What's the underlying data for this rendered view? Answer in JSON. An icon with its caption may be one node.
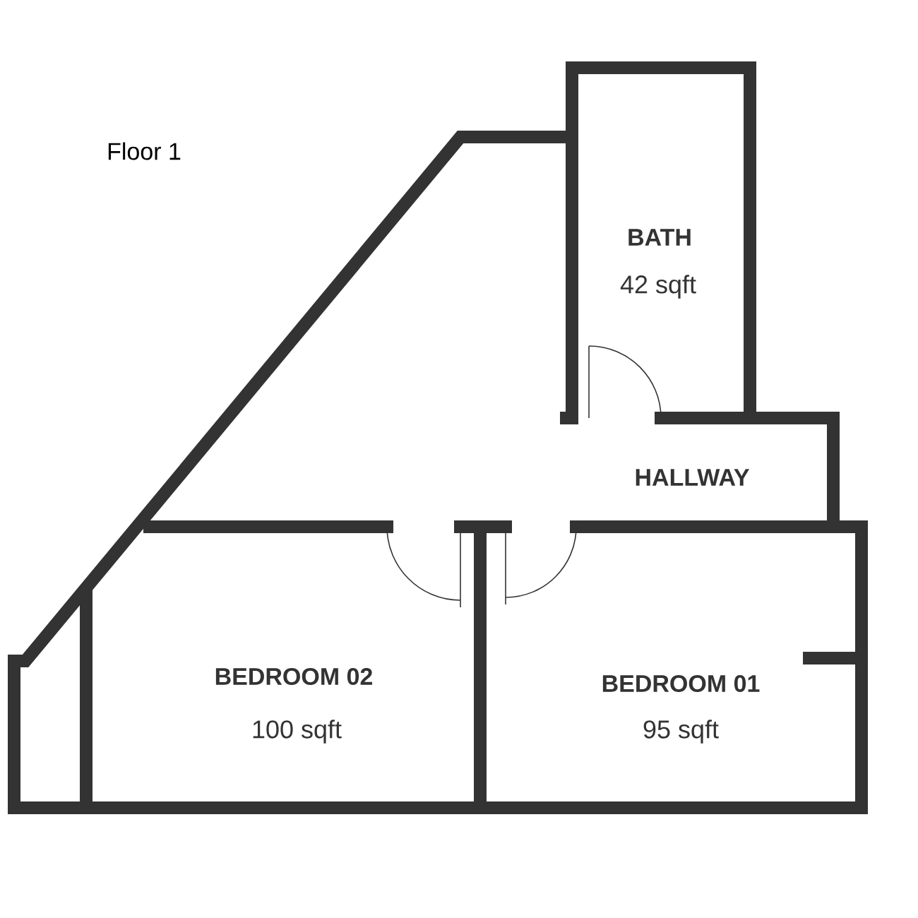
{
  "diagram": {
    "title": "Floor 1",
    "labels": [
      "BATH",
      "42 sqft",
      "HALLWAY",
      "BEDROOM 02",
      "100 sqft",
      "BEDROOM 01",
      "95 sqft"
    ]
  }
}
